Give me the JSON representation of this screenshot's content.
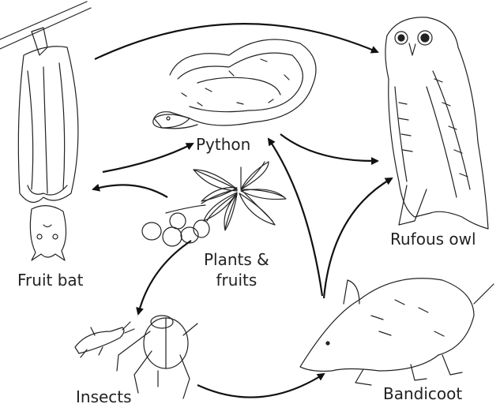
{
  "title": "Food web",
  "nodes": [
    {
      "id": "fruit_bat",
      "label": "Fruit bat"
    },
    {
      "id": "python",
      "label": "Python"
    },
    {
      "id": "rufous_owl",
      "label": "Rufous owl"
    },
    {
      "id": "plants",
      "label_line1": "Plants &",
      "label_line2": "fruits"
    },
    {
      "id": "insects",
      "label": "Insects"
    },
    {
      "id": "bandicoot",
      "label": "Bandicoot"
    }
  ],
  "edges": [
    {
      "from": "Fruit bat",
      "to": "Rufous owl"
    },
    {
      "from": "Fruit bat",
      "to": "Python"
    },
    {
      "from": "Plants & fruits",
      "to": "Fruit bat"
    },
    {
      "from": "Python",
      "to": "Rufous owl"
    },
    {
      "from": "Bandicoot",
      "to": "Python"
    },
    {
      "from": "Bandicoot",
      "to": "Rufous owl"
    },
    {
      "from": "Plants & fruits",
      "to": "Insects"
    },
    {
      "from": "Insects",
      "to": "Bandicoot"
    }
  ],
  "colors": {
    "line": "#111111"
  }
}
